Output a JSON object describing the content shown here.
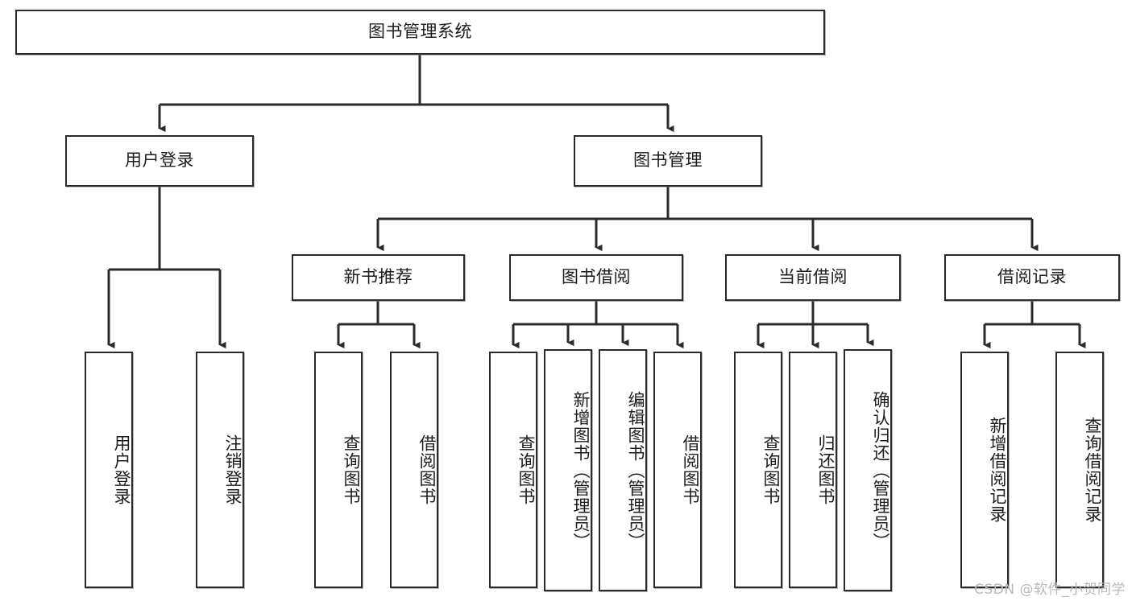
{
  "diagram": {
    "title": "图书管理系统",
    "type": "tree-hierarchy-chart",
    "root": {
      "label": "图书管理系统"
    },
    "level2": [
      {
        "id": "user-login",
        "label": "用户登录"
      },
      {
        "id": "book-mgmt",
        "label": "图书管理"
      }
    ],
    "level3": [
      {
        "id": "new-book-rec",
        "label": "新书推荐"
      },
      {
        "id": "book-borrow",
        "label": "图书借阅"
      },
      {
        "id": "current-borrow",
        "label": "当前借阅"
      },
      {
        "id": "borrow-record",
        "label": "借阅记录"
      }
    ],
    "leaves": {
      "user_login": [
        {
          "id": "leaf-user-login",
          "label": "用户登录"
        },
        {
          "id": "leaf-logout",
          "label": "注销登录"
        }
      ],
      "new_book_rec": [
        {
          "id": "leaf-query-book-1",
          "label": "查询图书"
        },
        {
          "id": "leaf-borrow-book-1",
          "label": "借阅图书"
        }
      ],
      "book_borrow": [
        {
          "id": "leaf-query-book-2",
          "label": "查询图书"
        },
        {
          "id": "leaf-add-book",
          "label": "新增图书（管理员）"
        },
        {
          "id": "leaf-edit-book",
          "label": "编辑图书（管理员）"
        },
        {
          "id": "leaf-borrow-book-2",
          "label": "借阅图书"
        }
      ],
      "current_borrow": [
        {
          "id": "leaf-query-book-3",
          "label": "查询图书"
        },
        {
          "id": "leaf-return-book",
          "label": "归还图书"
        },
        {
          "id": "leaf-confirm-return",
          "label": "确认归还（管理员）"
        }
      ],
      "borrow_record": [
        {
          "id": "leaf-add-record",
          "label": "新增借阅记录"
        },
        {
          "id": "leaf-query-record",
          "label": "查询借阅记录"
        }
      ]
    }
  },
  "watermark": {
    "text": "CSDN @软件_小贺同学"
  },
  "colors": {
    "box_border": "#2b2b2b",
    "box_fill": "#ffffff",
    "edge": "#2b2b2b",
    "text": "#1c1c1c",
    "watermark": "#b9b9b9",
    "page_background": "#ffffff"
  }
}
